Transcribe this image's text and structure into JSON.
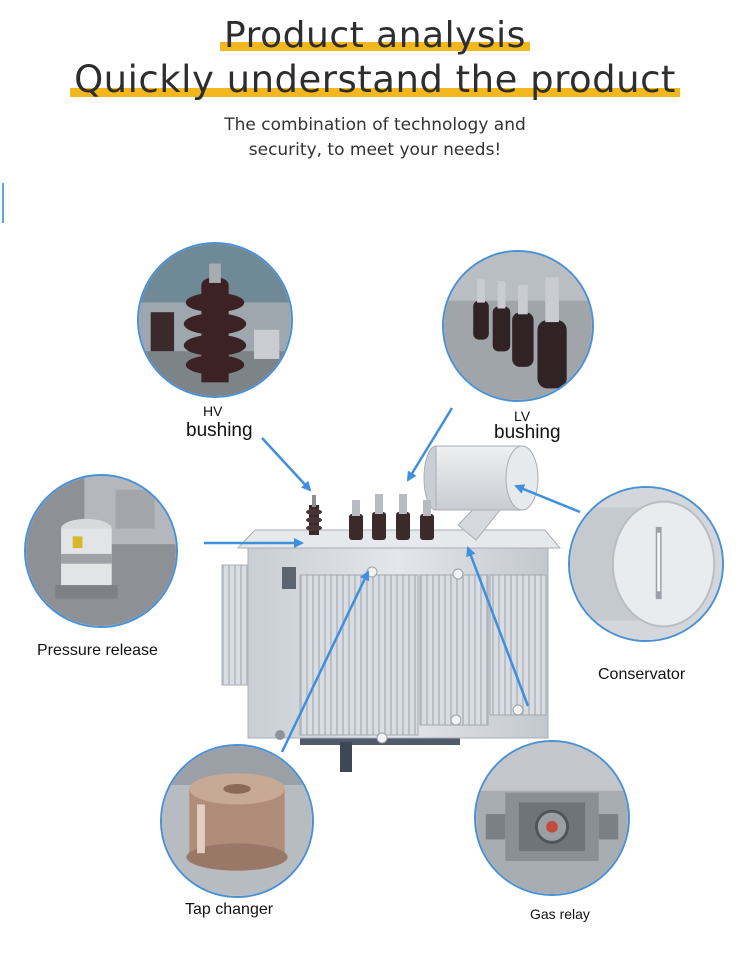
{
  "header": {
    "title_line1": "Product analysis",
    "title_line2": "Quickly understand the product",
    "subtitle_line1": "The combination of technology and",
    "subtitle_line2": "security, to meet your needs!"
  },
  "callouts": {
    "hv_line1": "HV",
    "hv_line2": "bushing",
    "lv_line1": "LV",
    "lv_line2": "bushing",
    "pressure_release": "Pressure release",
    "conservator": "Conservator",
    "tap_changer": "Tap changer",
    "gas_relay": "Gas relay"
  },
  "colors": {
    "accent_underline": "#f1b71c",
    "arrow": "#3f8fe0",
    "circle_border": "#4a90d6",
    "transformer_body": "#d5d9de"
  }
}
